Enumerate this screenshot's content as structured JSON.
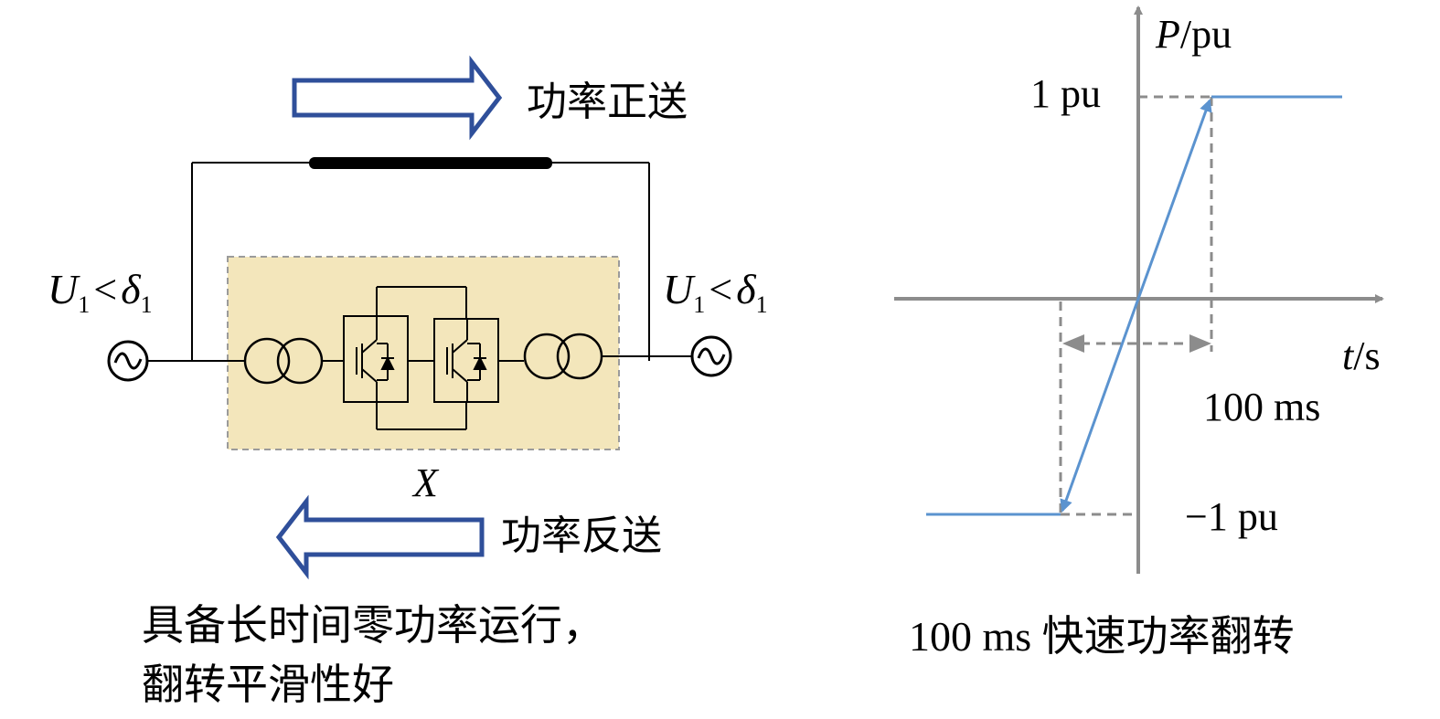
{
  "left_panel": {
    "forward_label": "功率正送",
    "reverse_label": "功率反送",
    "left_source_label": {
      "var": "U",
      "sub1": "1",
      "op": "<",
      "angle": "δ",
      "sub2": "1"
    },
    "right_source_label": {
      "var": "U",
      "sub1": "1",
      "op": "<",
      "angle": "δ",
      "sub2": "1"
    },
    "reactance_label": "X",
    "caption_line1": "具备长时间零功率运行，",
    "caption_line2": "翻转平滑性好",
    "colors": {
      "arrow": "#2f4f9a",
      "converter_box": "#f3e6bb",
      "line": "#000000"
    }
  },
  "right_panel": {
    "y_axis_var": "P",
    "y_axis_unit": "/pu",
    "x_axis_var": "t",
    "x_axis_unit": "/s",
    "top_level_label": "1 pu",
    "bottom_level_label": "−1 pu",
    "interval_label": "100 ms",
    "caption": "100 ms 快速功率翻转",
    "colors": {
      "axis": "#8c8c8c",
      "trace": "#5b93cf",
      "guide": "#8c8c8c"
    }
  }
}
